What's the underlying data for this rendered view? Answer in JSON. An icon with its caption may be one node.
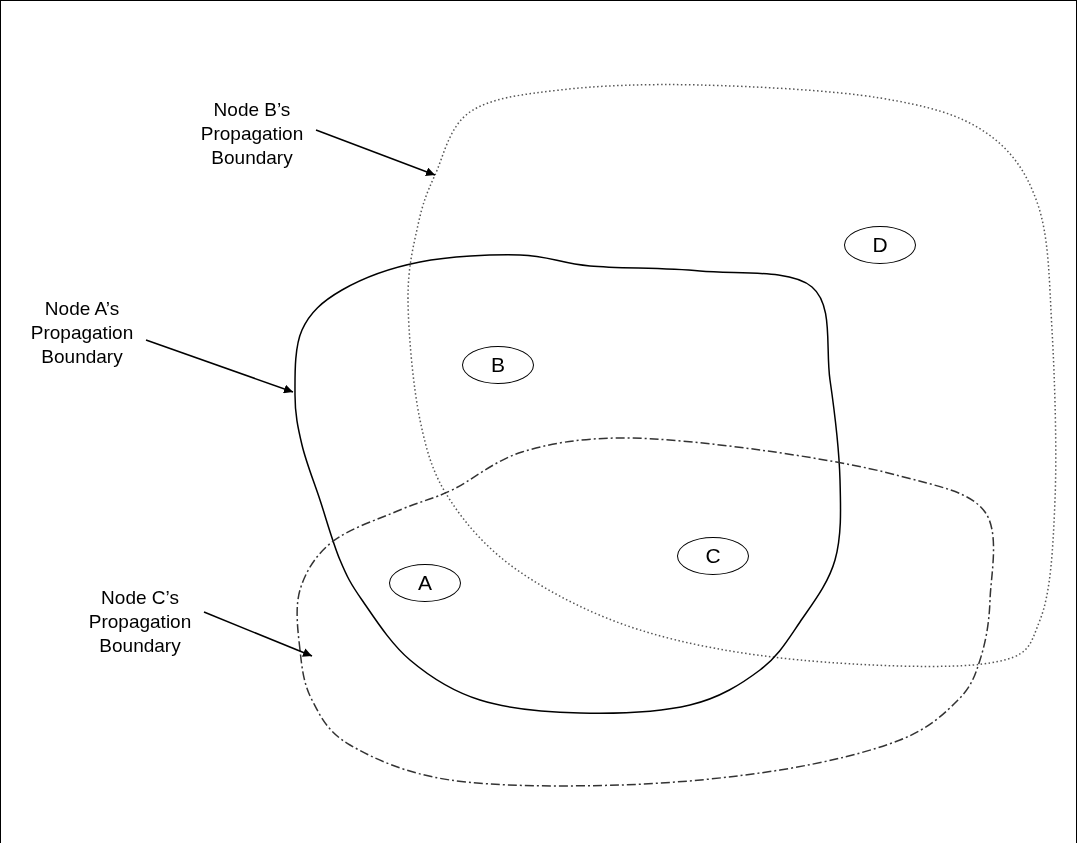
{
  "diagram": {
    "nodes": [
      {
        "text": [
          "Node B’s Propagation Boundary"
        ]
      },
      {
        "text": [],
        "shape": "blob"
      },
      {
        "text": [
          "D"
        ],
        "in": 1
      },
      {
        "text": [
          "Node A’s Propagation Boundary"
        ]
      },
      {
        "text": [],
        "shape": "blob"
      },
      {
        "text": [
          "B"
        ]
      },
      {
        "text": [
          "C"
        ]
      },
      {
        "text": [
          "Node C’s Propagation Boundary"
        ]
      },
      {
        "text": [],
        "shape": "blob"
      },
      {
        "text": [
          "A"
        ]
      }
    ],
    "edges": [
      {
        "from": 0,
        "to": 1,
        "arrow": "to"
      },
      {
        "from": 3,
        "to": 4,
        "arrow": "to"
      },
      {
        "from": 7,
        "to": 8,
        "arrow": "to"
      }
    ]
  }
}
